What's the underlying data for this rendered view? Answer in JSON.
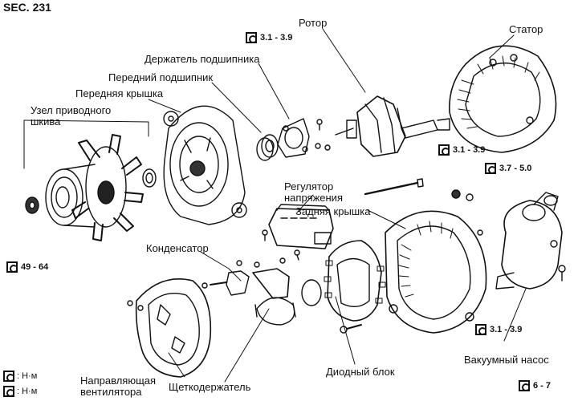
{
  "section": "SEC. 231",
  "labels": {
    "rotor": "Ротор",
    "stator": "Статор",
    "bearing_holder": "Держатель подшипника",
    "front_bearing": "Передний подшипник",
    "front_cover": "Передняя крышка",
    "pulley_assembly": "Узел приводного\nшкива",
    "voltage_regulator": "Регулятор\nнапряжения",
    "rear_cover": "Задняя крышка",
    "capacitor": "Конденсатор",
    "fan_guide": "Направляющая\nвентилятора",
    "brush_holder": "Щеткодержатель",
    "diode_block": "Диодный блок",
    "vacuum_pump": "Вакуумный насос"
  },
  "torques": {
    "bearing_holder": "3.1 - 3.9",
    "rotor_bolt": "3.1 - 3.9",
    "vacuum_pump_top": "3.7 - 5.0",
    "pulley_nut": "49 - 64",
    "rear_cover_bottom": "3.1 - 3.9",
    "pump_bottom": "6 - 7"
  },
  "legend": {
    "row1": ": Н·м",
    "row2": ": Н·м"
  }
}
